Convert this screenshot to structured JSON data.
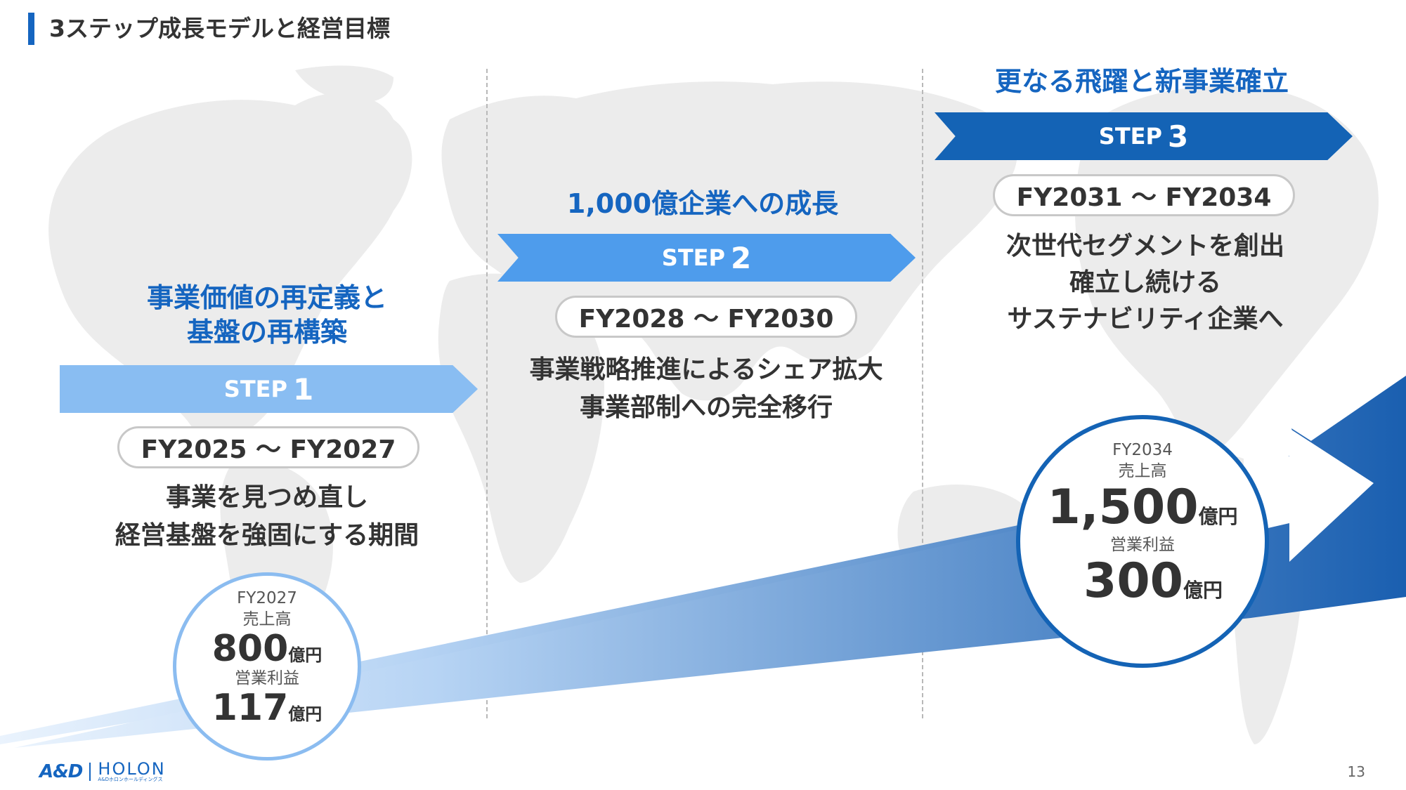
{
  "title": "3ステップ成長モデルと経営目標",
  "steps": [
    {
      "heading": [
        "事業価値の再定義と",
        "基盤の再構築"
      ],
      "label": "STEP",
      "number": "1",
      "period": "FY2025 ～ FY2027",
      "desc": [
        "事業を見つめ直し",
        "経営基盤を強固にする期間"
      ],
      "color": "#89bdf2"
    },
    {
      "heading": [
        "1,000億企業への成長"
      ],
      "label": "STEP",
      "number": "2",
      "period": "FY2028 ～ FY2030",
      "desc": [
        "事業戦略推進によるシェア拡大",
        "事業部制への完全移行"
      ],
      "color": "#4e9cec"
    },
    {
      "heading": [
        "更なる飛躍と新事業確立"
      ],
      "label": "STEP",
      "number": "3",
      "period": "FY2031 ～ FY2034",
      "desc": [
        "次世代セグメントを創出",
        "確立し続ける",
        "サステナビリティ企業へ"
      ],
      "color": "#1463b5"
    }
  ],
  "targets": {
    "fy2027": {
      "year": "FY2027",
      "sales_label": "売上高",
      "sales_value": "800",
      "sales_unit": "億円",
      "profit_label": "営業利益",
      "profit_value": "117",
      "profit_unit": "億円"
    },
    "fy2034": {
      "year": "FY2034",
      "sales_label": "売上高",
      "sales_value": "1,500",
      "sales_unit": "億円",
      "profit_label": "営業利益",
      "profit_value": "300",
      "profit_unit": "億円"
    }
  },
  "footer": {
    "logo_and": "A&D",
    "logo_holon": "HOLON",
    "logo_sub": "A&Dホロンホールディングス",
    "page": "13"
  },
  "colors": {
    "accent": "#1565c0",
    "map": "#ececec",
    "arrow_light": "#d4e7fb",
    "arrow_dark": "#1a5fb0"
  }
}
